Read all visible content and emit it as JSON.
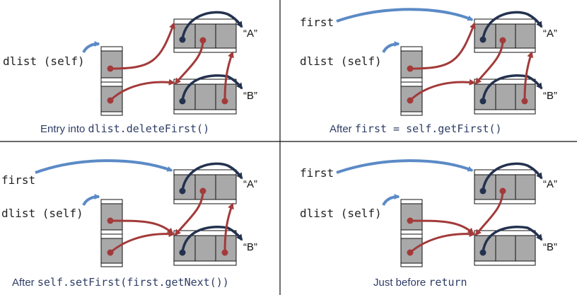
{
  "labels": {
    "first": "first",
    "dlist": "dlist (self)",
    "node_a": "“A”",
    "node_b": "“B”"
  },
  "captions": {
    "p1": {
      "text": "Entry into ",
      "code": "dlist.deleteFirst()"
    },
    "p2": {
      "text": "After ",
      "code": "first = self.getFirst()"
    },
    "p3": {
      "text": "After ",
      "code": "self.setFirst(first.getNext())"
    },
    "p4": {
      "text": "Just before ",
      "code": "return"
    }
  },
  "colors": {
    "blue_pointer": "#5b8ac6",
    "dark_pointer": "#24324f",
    "red_pointer": "#a33a3a",
    "cell_fill": "#a9a9a9",
    "caption_text": "#2e3d66"
  }
}
